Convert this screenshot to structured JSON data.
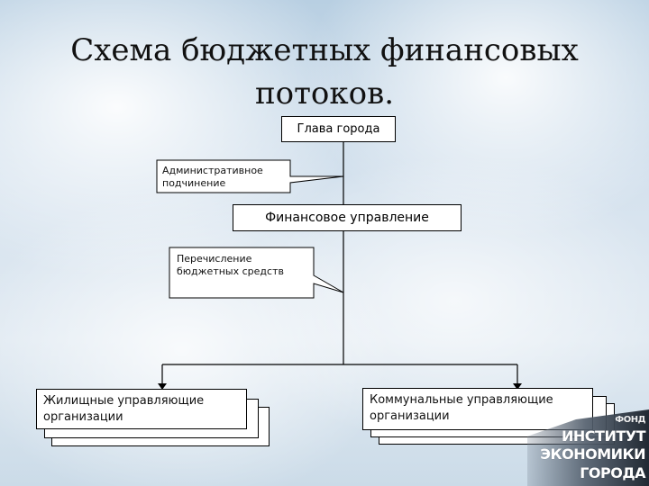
{
  "slide": {
    "title": "Схема бюджетных финансовых потоков."
  },
  "diagram": {
    "head": "Глава города",
    "administrative_callout": "Административное подчинение",
    "finance": "Финансовое управление",
    "transfer_callout": "Перечисление бюджетных средств",
    "left_node": "Жилищные управляющие организации",
    "right_node": "Коммунальные управляющие организации"
  },
  "logo": {
    "line_1": "ФОНД",
    "line_2": "ИНСТИТУТ",
    "line_3": "ЭКОНОМИКИ",
    "line_4": "ГОРОДА"
  }
}
